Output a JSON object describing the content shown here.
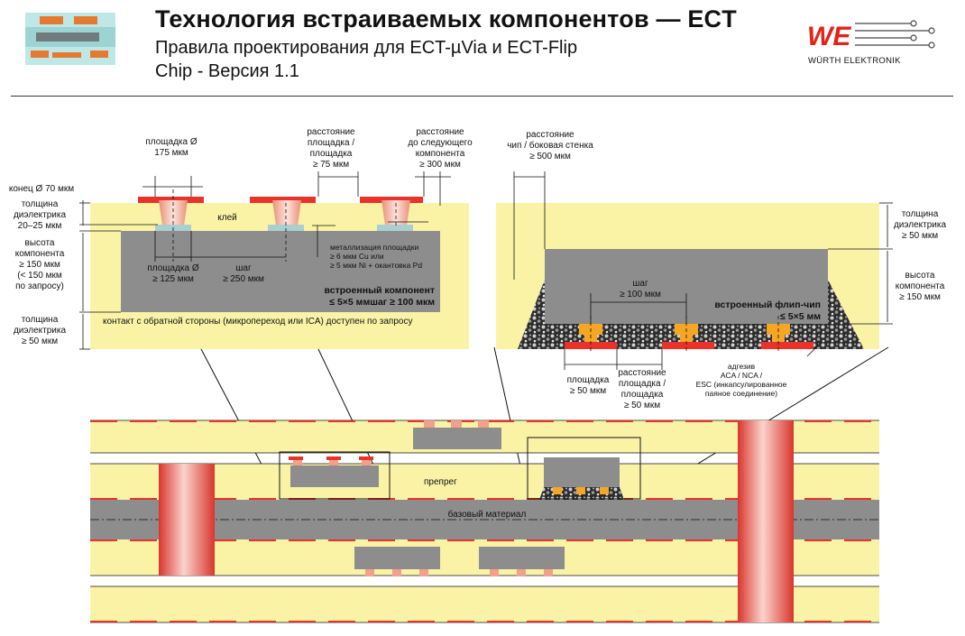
{
  "header": {
    "title": "Технология встраиваемых компонентов — ECT",
    "subtitle_line1": "Правила проектирования для ECT-µVia и ECT-Flip",
    "subtitle_line2": "Chip - Версия 1.1",
    "logo_text": "WÜRTH ELEKTRONIK",
    "logo_mark": "WE"
  },
  "colors": {
    "yellow": "#faf3a6",
    "gray": "#8d8d8d",
    "red": "#e8322a",
    "copper": "#f1a08a",
    "orange": "#f5a623",
    "logo_red": "#e2231a"
  },
  "left_detail": {
    "pad_dia": [
      "площадка Ø",
      "175 мкм"
    ],
    "pad_pad": [
      "расстояние",
      "площадка /",
      "площадка",
      "≥ 75 мкм"
    ],
    "next_comp": [
      "расстояние",
      "до следующего",
      "компонента",
      "≥ 300 мкм"
    ],
    "end_dia": "конец Ø 70 мкм",
    "dielectric_top": [
      "толщина",
      "диэлектрика",
      "20–25 мкм"
    ],
    "glue": "клей",
    "comp_height": [
      "высота",
      "компонента",
      "≥ 150 мкм",
      "(< 150 мкм",
      "по запросу)"
    ],
    "plating": [
      "металлизация площадки",
      "≥ 6 мкм Cu или",
      "≥ 5 мкм Ni + окантовка Pd"
    ],
    "pad_dia_min": [
      "площадка Ø",
      "≥ 125 мкм"
    ],
    "pitch": [
      "шаг",
      "≥ 250 мкм"
    ],
    "embedded": [
      "встроенный компонент",
      "≤ 5×5 ммшаг ≥ 100 мкм"
    ],
    "backside": "контакт с обратной стороны (микропереход или ICA) доступен по запросу",
    "dielectric_bottom": [
      "толщина",
      "диэлектрика",
      "≥ 50 мкм"
    ]
  },
  "right_detail": {
    "chip_wall": [
      "расстояние",
      "чип / боковая стенка",
      "≥ 500 мкм"
    ],
    "dielectric": [
      "толщина",
      "диэлектрика",
      "≥ 50 мкм"
    ],
    "comp_height": [
      "высота",
      "компонента",
      "≥ 150 мкм"
    ],
    "pitch": [
      "шаг",
      "≥ 100 мкм"
    ],
    "flipchip": [
      "встроенный флип-чип",
      "≤ 5×5 мм"
    ],
    "pad": [
      "площадка",
      "≥ 50 мкм"
    ],
    "pad_pad": [
      "расстояние",
      "площадка /",
      "площадка",
      "≥ 50 мкм"
    ],
    "adhesive": [
      "адгезив",
      "ACA / NCA /",
      "ESC (инкапсулированное",
      "паяное соединение)"
    ]
  },
  "stackup": {
    "prepreg": "препрег",
    "core": "базовый материал"
  }
}
